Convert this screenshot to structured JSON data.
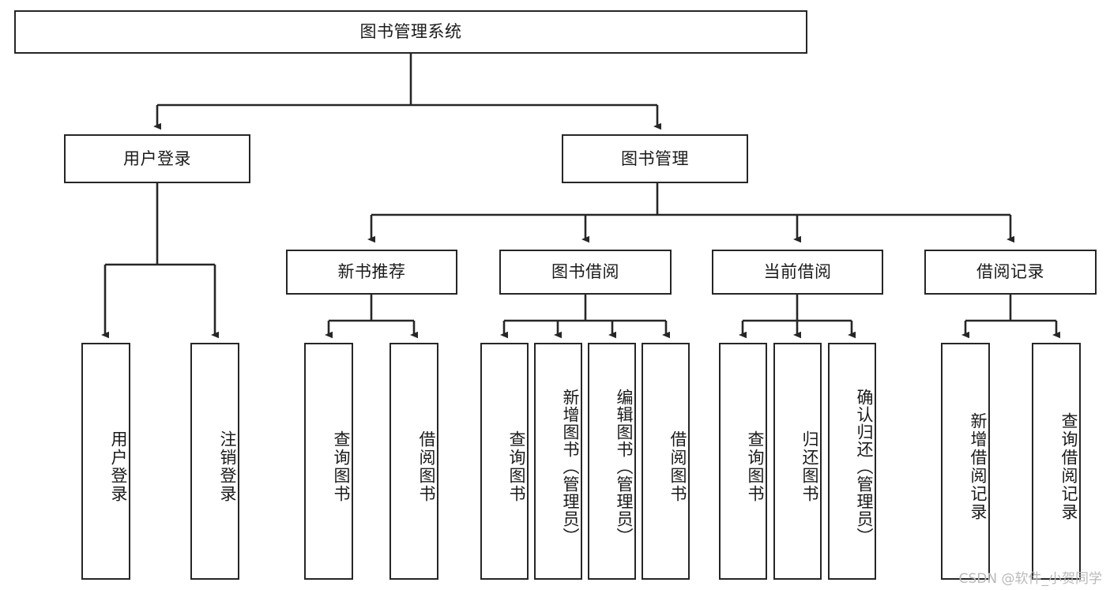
{
  "diagram": {
    "title": "图书管理系统",
    "watermark": "CSDN @软件_小贺同学",
    "stroke_color": "#262626",
    "background_color": "#ffffff",
    "text_color": "#1a1a1a",
    "watermark_color": "#b9b9b9",
    "levels": {
      "root": {
        "label": "图书管理系统"
      },
      "level2": [
        {
          "label": "用户登录"
        },
        {
          "label": "图书管理"
        }
      ],
      "level3": [
        {
          "label": "新书推荐"
        },
        {
          "label": "图书借阅"
        },
        {
          "label": "当前借阅"
        },
        {
          "label": "借阅记录"
        }
      ],
      "leaves": {
        "user_login": [
          {
            "label": "用户登录"
          },
          {
            "label": "注销登录"
          }
        ],
        "new_book_recommend": [
          {
            "label": "查询图书"
          },
          {
            "label": "借阅图书"
          }
        ],
        "book_borrow": [
          {
            "label": "查询图书"
          },
          {
            "label": "新增图书（管理员）"
          },
          {
            "label": "编辑图书（管理员）"
          },
          {
            "label": "借阅图书"
          }
        ],
        "current_borrow": [
          {
            "label": "查询图书"
          },
          {
            "label": "归还图书"
          },
          {
            "label": "确认归还（管理员）"
          }
        ],
        "borrow_record": [
          {
            "label": "新增借阅记录"
          },
          {
            "label": "查询借阅记录"
          }
        ]
      }
    }
  }
}
